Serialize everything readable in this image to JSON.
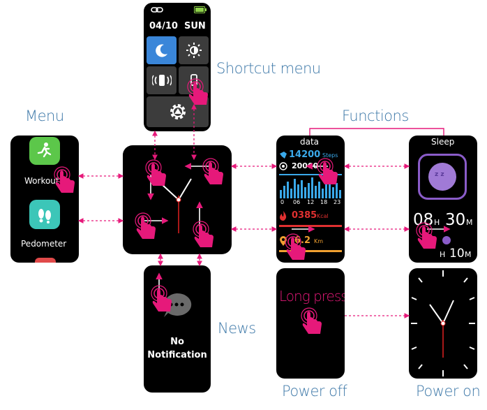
{
  "labels": {
    "shortcut_menu": "Shortcut menu",
    "menu": "Menu",
    "functions": "Functions",
    "news": "News",
    "power_off": "Power off",
    "power_on": "Power on"
  },
  "shortcut_screen": {
    "date": "04/10",
    "day": "SUN"
  },
  "menu_screen": {
    "items": [
      "Workout",
      "Pedometer"
    ]
  },
  "data_screen": {
    "title": "data",
    "steps_value": "14200",
    "steps_unit": "Steps",
    "goal_value": "20000",
    "axis_ticks": [
      "0",
      "06",
      "12",
      "18",
      "23"
    ],
    "kcal_value": "0385",
    "kcal_unit": "Kcal",
    "km_value": "6.2",
    "km_unit": "Km"
  },
  "sleep_screen": {
    "title": "Sleep",
    "hours": "08",
    "hours_unit": "H",
    "minutes": "30",
    "minutes_unit": "M",
    "sub_hours": "H",
    "sub_minutes": "10",
    "sub_minutes_unit": "M"
  },
  "news_screen": {
    "message_line1": "No",
    "message_line2": "Notification"
  },
  "power_off_screen": {
    "instruction": "Long press"
  },
  "colors": {
    "accent_pink": "#e6197a",
    "label_blue": "#3d78a8",
    "tile_blue": "#3a86d9",
    "tile_gray": "#3c3c3c",
    "workout_green": "#5cc74a",
    "pedometer_teal": "#3cc6b8",
    "sleep_purple": "#8a5cc9"
  },
  "icons": [
    "link-icon",
    "battery-icon",
    "moon-icon",
    "brightness-icon",
    "vibrate-icon",
    "find-phone-icon",
    "settings-icon",
    "workout-icon",
    "pedometer-icon",
    "steps-icon",
    "target-icon",
    "flame-icon",
    "location-icon",
    "sleep-moon-icon",
    "message-icon",
    "tap-hand-icon"
  ]
}
